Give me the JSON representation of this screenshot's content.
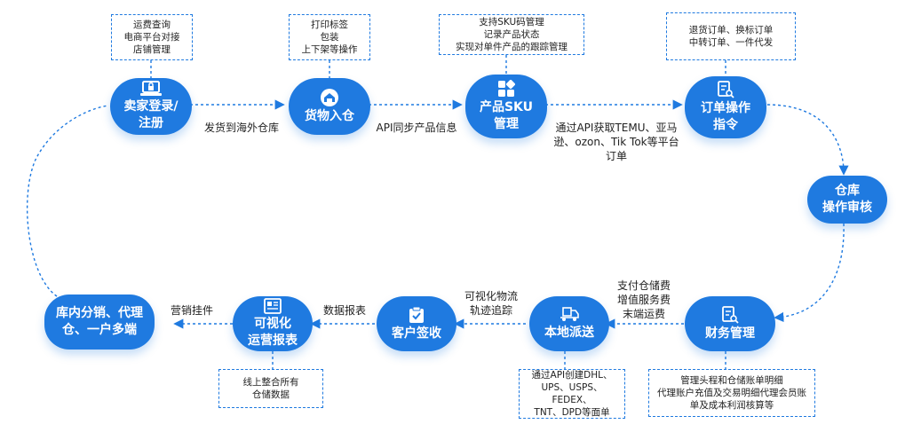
{
  "nodes": {
    "seller_login": "卖家登录/\n注册",
    "inbound": "货物入仓",
    "sku": "产品SKU\n管理",
    "order": "订单操作\n指令",
    "review": "仓库\n操作审核",
    "finance": "财务管理",
    "delivery": "本地派送",
    "receipt": "客户签收",
    "report": "可视化\n运营报表",
    "distribution": "库内分销、代理\n仓、一户多端"
  },
  "notes": {
    "seller_login": "运费查询\n电商平台对接\n店铺管理",
    "inbound": "打印标签\n包装\n上下架等操作",
    "sku": "支持SKU码管理\n记录产品状态\n实现对单件产品的跟踪管理",
    "order": "退货订单、换标订单\n中转订单、一件代发",
    "finance": "管理头程和仓储账单明细\n代理账户充值及交易明细代理会员账\n单及成本利润核算等",
    "delivery": "通过API创建DHL、\nUPS、USPS、FEDEX、\nTNT、DPD等面单",
    "report": "线上整合所有\n仓储数据"
  },
  "edges": {
    "ship_overseas": "发货到海外仓库",
    "api_sync": "API同步产品信息",
    "api_orders": "通过API获取TEMU、亚马\n逊、ozon、Tik Tok等平台\n订单",
    "pay_fees": "支付仓储费\n增值服务费\n末端运费",
    "tracking": "可视化物流\n轨迹追踪",
    "data_report": "数据报表",
    "marketing": "营销挂件"
  },
  "colors": {
    "primary": "#1f7ae0",
    "dashed": "#1f7ae0",
    "text": "#222222"
  },
  "icons": {
    "seller_login": "laptop-lock-icon",
    "inbound": "warehouse-icon",
    "sku": "grid-blocks-icon",
    "order": "order-search-icon",
    "finance": "finance-doc-icon",
    "delivery": "delivery-truck-icon",
    "receipt": "clipboard-check-icon",
    "report": "report-doc-icon"
  }
}
